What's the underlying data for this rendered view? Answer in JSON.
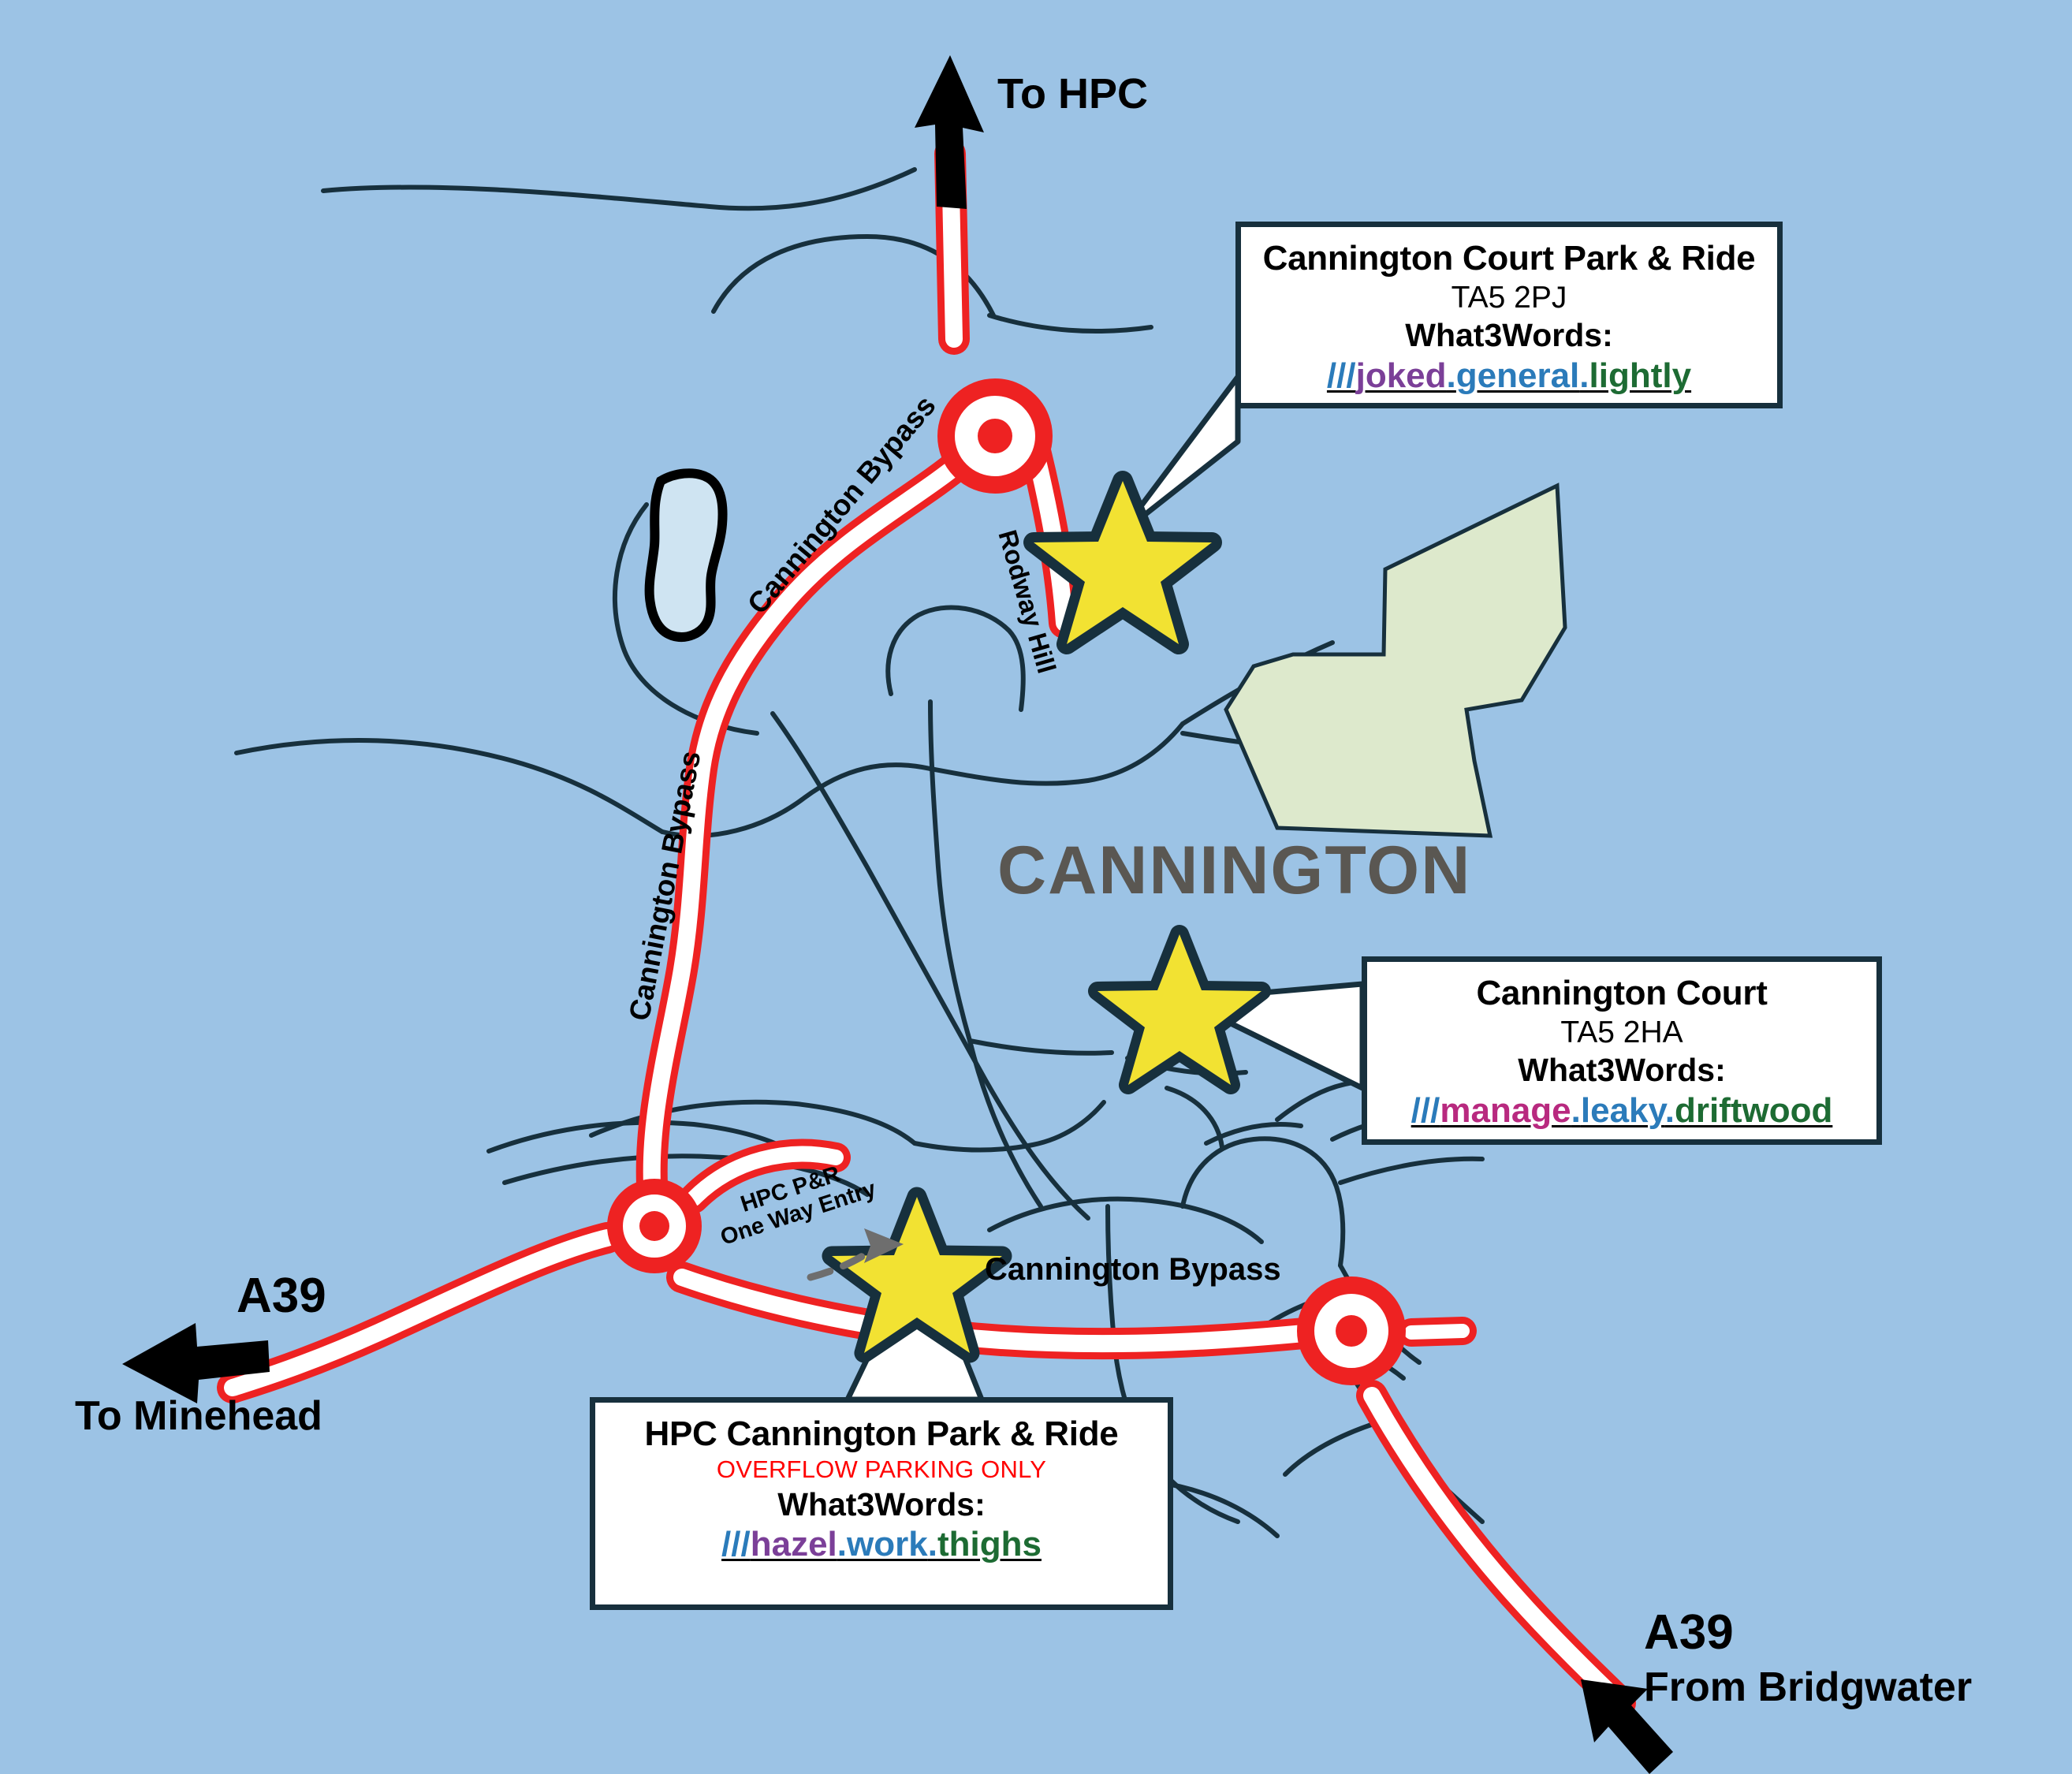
{
  "map": {
    "town_label": "CANNINGTON",
    "background_color": "#9cc3e5",
    "road_primary_color": "#ee2222",
    "road_fill_color": "#ffffff",
    "minor_road_color": "#17303d",
    "field_color": "#dde9cc",
    "water_color": "#cfe4f2",
    "star_color": "#f2e232",
    "star_outline_color": "#17303d",
    "callout_border_color": "#17303d"
  },
  "directions": {
    "to_hpc": "To HPC",
    "a39_left": "A39",
    "to_minehead": "To Minehead",
    "a39_right": "A39",
    "from_bridgwater": "From Bridgwater"
  },
  "roads": {
    "bypass_top": "Cannington Bypass",
    "bypass_left": "Cannington Bypass",
    "bypass_bottom": "Cannington Bypass",
    "rodway_hill": "Rodway Hill",
    "one_way_entry_line1": "HPC P&R",
    "one_way_entry_line2": "One Way Entry"
  },
  "callouts": [
    {
      "id": "cannington-court-park-and-ride",
      "title": "Cannington Court Park & Ride",
      "postcode": "TA5 2PJ",
      "w3w_label": "What3Words:",
      "w3w": {
        "slashes": "///",
        "word1": "joked",
        "word2": "general",
        "word3": "lightly",
        "separator": "."
      }
    },
    {
      "id": "cannington-court",
      "title": "Cannington Court",
      "postcode": "TA5 2HA",
      "w3w_label": "What3Words:",
      "w3w": {
        "slashes": "///",
        "word1": "manage",
        "word2": "leaky",
        "word3": "driftwood",
        "separator": "."
      }
    },
    {
      "id": "hpc-cannington-park-and-ride",
      "title": "HPC Cannington Park & Ride",
      "warning": "OVERFLOW PARKING ONLY",
      "w3w_label": "What3Words:",
      "w3w": {
        "slashes": "///",
        "word1": "hazel",
        "word2": "work",
        "word3": "thighs",
        "separator": "."
      }
    }
  ]
}
